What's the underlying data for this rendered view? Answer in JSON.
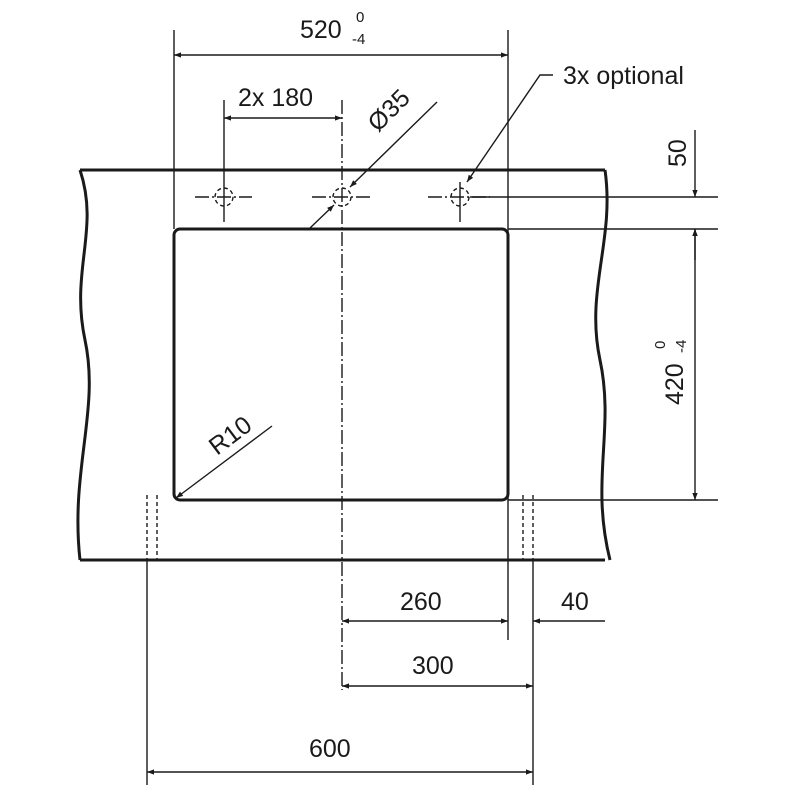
{
  "dimensions": {
    "width_top": {
      "value": "520",
      "tol_upper": "0",
      "tol_lower": "-4"
    },
    "hole_spacing": "2x 180",
    "hole_diameter": "Ø35",
    "holes_note": "3x optional",
    "hole_offset": "50",
    "height": {
      "value": "420",
      "tol_upper": "0",
      "tol_lower": "-4"
    },
    "corner_radius": "R10",
    "dim_260": "260",
    "dim_40": "40",
    "dim_300": "300",
    "dim_600": "600"
  }
}
